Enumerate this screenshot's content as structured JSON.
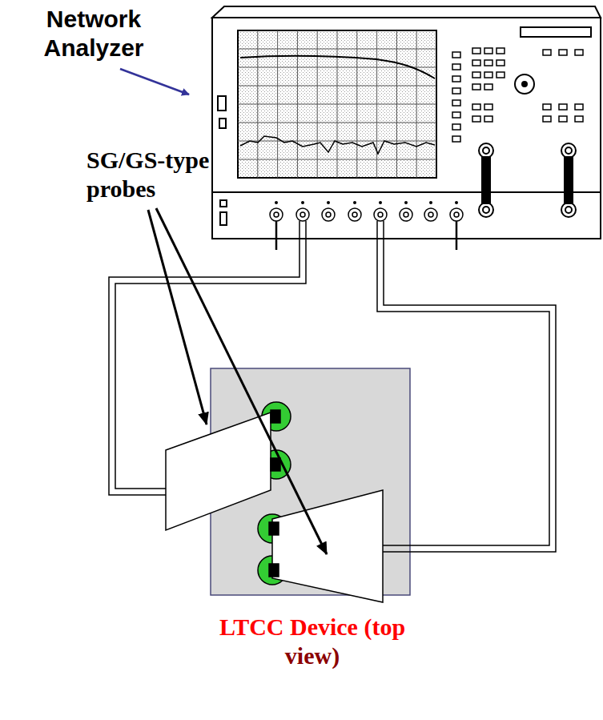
{
  "diagram": {
    "labels": [
      "Network Analyzer",
      "SG/GS-type probes",
      "LTCC Device (top view)"
    ]
  }
}
